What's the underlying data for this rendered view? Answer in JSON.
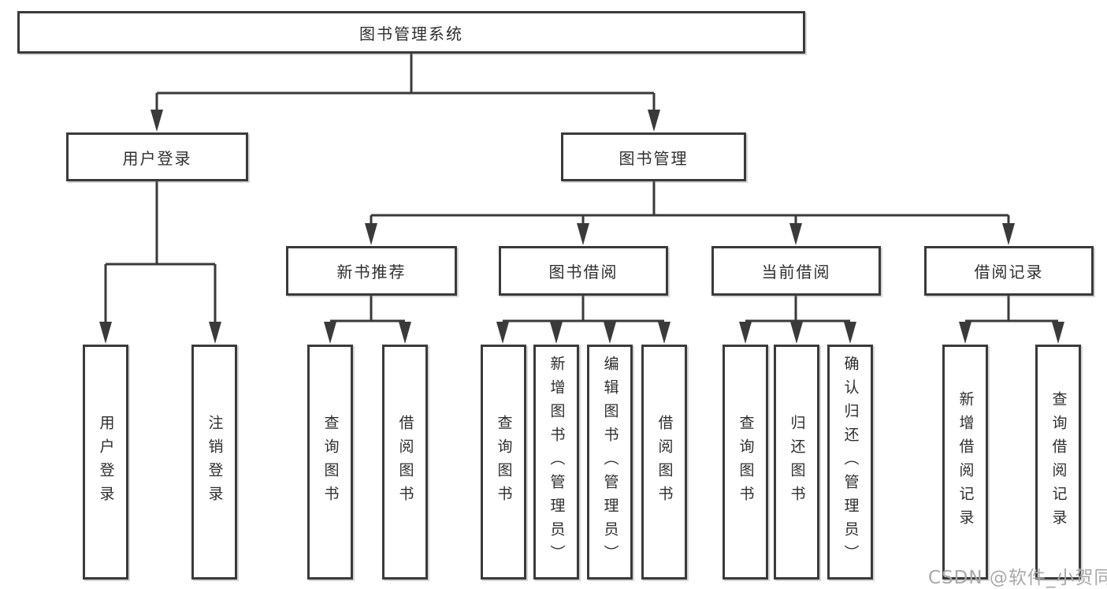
{
  "nodes": {
    "root": {
      "label": "图书管理系统"
    },
    "l2_user_login": {
      "label": "用户登录"
    },
    "l2_book_mgmt": {
      "label": "图书管理"
    },
    "l3_new_book_rec": {
      "label": "新书推荐"
    },
    "l3_book_borrow": {
      "label": "图书借阅"
    },
    "l3_current_borrow": {
      "label": "当前借阅"
    },
    "l3_borrow_records": {
      "label": "借阅记录"
    },
    "leaf_user_login": {
      "label": "用户登录"
    },
    "leaf_logout": {
      "label": "注销登录"
    },
    "leaf_rec_query_books": {
      "label": "查询图书"
    },
    "leaf_rec_borrow_books": {
      "label": "借阅图书"
    },
    "leaf_bb_query_books": {
      "label": "查询图书"
    },
    "leaf_bb_add_books": {
      "label": "新增图书（管理员）"
    },
    "leaf_bb_edit_books": {
      "label": "编辑图书（管理员）"
    },
    "leaf_bb_borrow_books": {
      "label": "借阅图书"
    },
    "leaf_cb_query_books": {
      "label": "查询图书"
    },
    "leaf_cb_return_books": {
      "label": "归还图书"
    },
    "leaf_cb_confirm_return": {
      "label": "确认归还（管理员）"
    },
    "leaf_br_add_record": {
      "label": "新增借阅记录"
    },
    "leaf_br_query_record": {
      "label": "查询借阅记录"
    }
  },
  "watermark": {
    "text": "CSDN @软件_小贺同学"
  },
  "colors": {
    "line": "#3a3a3a",
    "text": "#2e2e2e",
    "watermark": "#a9a9a9",
    "background": "#ffffff"
  }
}
